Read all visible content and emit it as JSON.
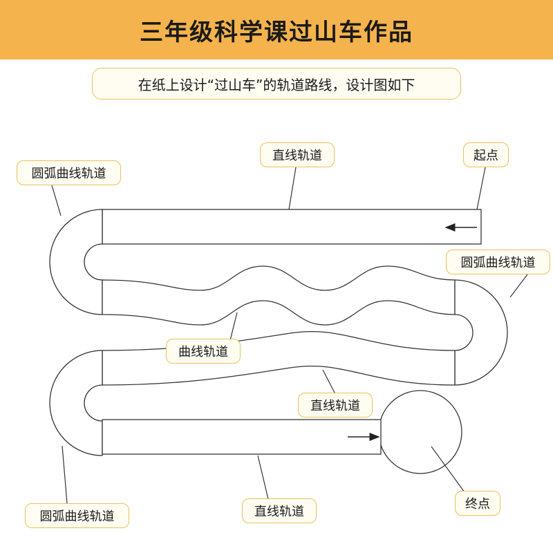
{
  "header": {
    "title": "三年级科学课过山车作品"
  },
  "subtitle": "在纸上设计“过山车”的轨道路线，设计图如下",
  "labels": {
    "straight_top": "直线轨道",
    "start": "起点",
    "arc_top_left": "圆弧曲线轨道",
    "arc_right": "圆弧曲线轨道",
    "curve": "曲线轨道",
    "straight_middle": "直线轨道",
    "arc_bottom_left": "圆弧曲线轨道",
    "straight_bottom": "直线轨道",
    "end": "终点"
  },
  "colors": {
    "title_bar": "#f4b34c",
    "label_border": "#e8c15a",
    "track_line": "#333333"
  }
}
